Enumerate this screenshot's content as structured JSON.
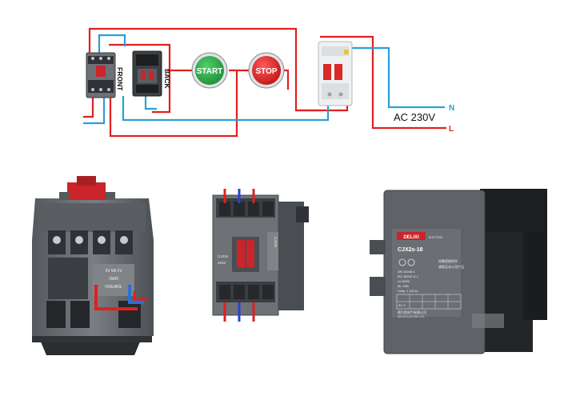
{
  "diagram": {
    "front_label": "FRONT",
    "back_label": "BACK",
    "start_label": "START",
    "stop_label": "STOP",
    "supply_label": "AC 230V",
    "neutral_label": "N",
    "live_label": "L"
  },
  "photos": {
    "front_contactor": {
      "coil_text_1": "2V  6A  1V",
      "coil_text_2": "1N05",
      "coil_text_3": "HXE/ADL"
    },
    "side_contactor": {
      "model": "CJX2s",
      "model_sub": "1810",
      "vertical_text": "CJX2s"
    },
    "back_contactor": {
      "brand": "DELIXI",
      "brand_sub": "ELECTRIC",
      "model": "CJX2s-18",
      "spec_1": "GB 14048.4",
      "spec_2": "IEC 60947-4-1",
      "spec_3": "Ui: 690V",
      "spec_4": "Ith: 25A",
      "spec_5": "Uimp: 1.2/6 kv",
      "warning_1": "如需更换附件",
      "warning_2": "请购买本公司产品",
      "table_label": "AC-3",
      "footer": "德力西电气有限公司",
      "footer_sub": "DELIXI ELECTRIC LTD"
    }
  },
  "colors": {
    "live_wire": "#e02020",
    "neutral_wire": "#2a9fd8",
    "start_button": "#2db24a",
    "stop_button": "#e02424",
    "contactor_body": "#6d7176",
    "contactor_dark": "#2f3236",
    "contactor_red": "#c9252b",
    "contactor_label": "#8a8d90"
  }
}
